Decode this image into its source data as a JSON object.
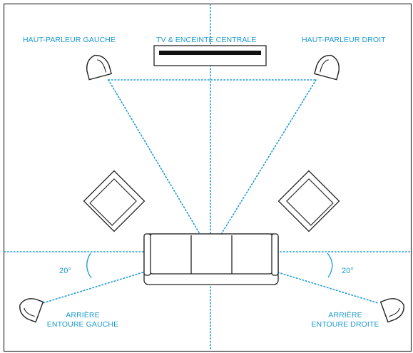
{
  "accent_color": "#1b9ad2",
  "line_color": "#222222",
  "labels": {
    "front_left": "HAUT-PARLEUR GAUCHE",
    "center": "TV & ENCEINTE CENTRALE",
    "front_right": "HAUT-PARLEUR DROIT",
    "rear_left_line1": "ARRIÈRE",
    "rear_left_line2": "ENTOURE GAUCHE",
    "rear_right_line1": "ARRIÈRE",
    "rear_right_line2": "ENTOURE DROITE",
    "angle_left": "20°",
    "angle_right": "20°"
  },
  "icons": {
    "speaker": "speaker-icon",
    "armchair": "armchair-icon",
    "sofa": "sofa-icon",
    "tv": "tv-icon"
  }
}
